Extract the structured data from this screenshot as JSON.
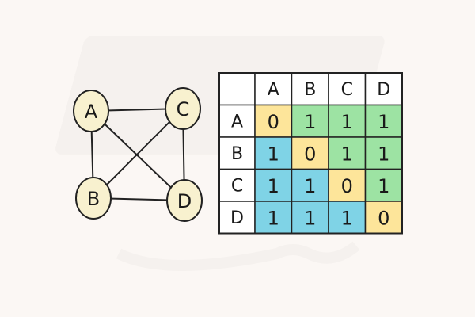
{
  "graph": {
    "nodes": [
      {
        "id": "A",
        "label": "A"
      },
      {
        "id": "B",
        "label": "B"
      },
      {
        "id": "C",
        "label": "C"
      },
      {
        "id": "D",
        "label": "D"
      }
    ],
    "edges": [
      [
        "A",
        "C"
      ],
      [
        "A",
        "B"
      ],
      [
        "A",
        "D"
      ],
      [
        "C",
        "B"
      ],
      [
        "C",
        "D"
      ],
      [
        "B",
        "D"
      ]
    ]
  },
  "matrix": {
    "columns": [
      "A",
      "B",
      "C",
      "D"
    ],
    "rows": [
      {
        "label": "A",
        "values": [
          "0",
          "1",
          "1",
          "1"
        ]
      },
      {
        "label": "B",
        "values": [
          "1",
          "0",
          "1",
          "1"
        ]
      },
      {
        "label": "C",
        "values": [
          "1",
          "1",
          "0",
          "1"
        ]
      },
      {
        "label": "D",
        "values": [
          "1",
          "1",
          "1",
          "0"
        ]
      }
    ]
  },
  "colors": {
    "background": "#fbf7f4",
    "node_fill": "#f8f1cf",
    "diagonal": "#fde59a",
    "upper": "#9de3a3",
    "lower": "#7fd3e6",
    "header": "#ffffff",
    "stroke": "#222222"
  }
}
